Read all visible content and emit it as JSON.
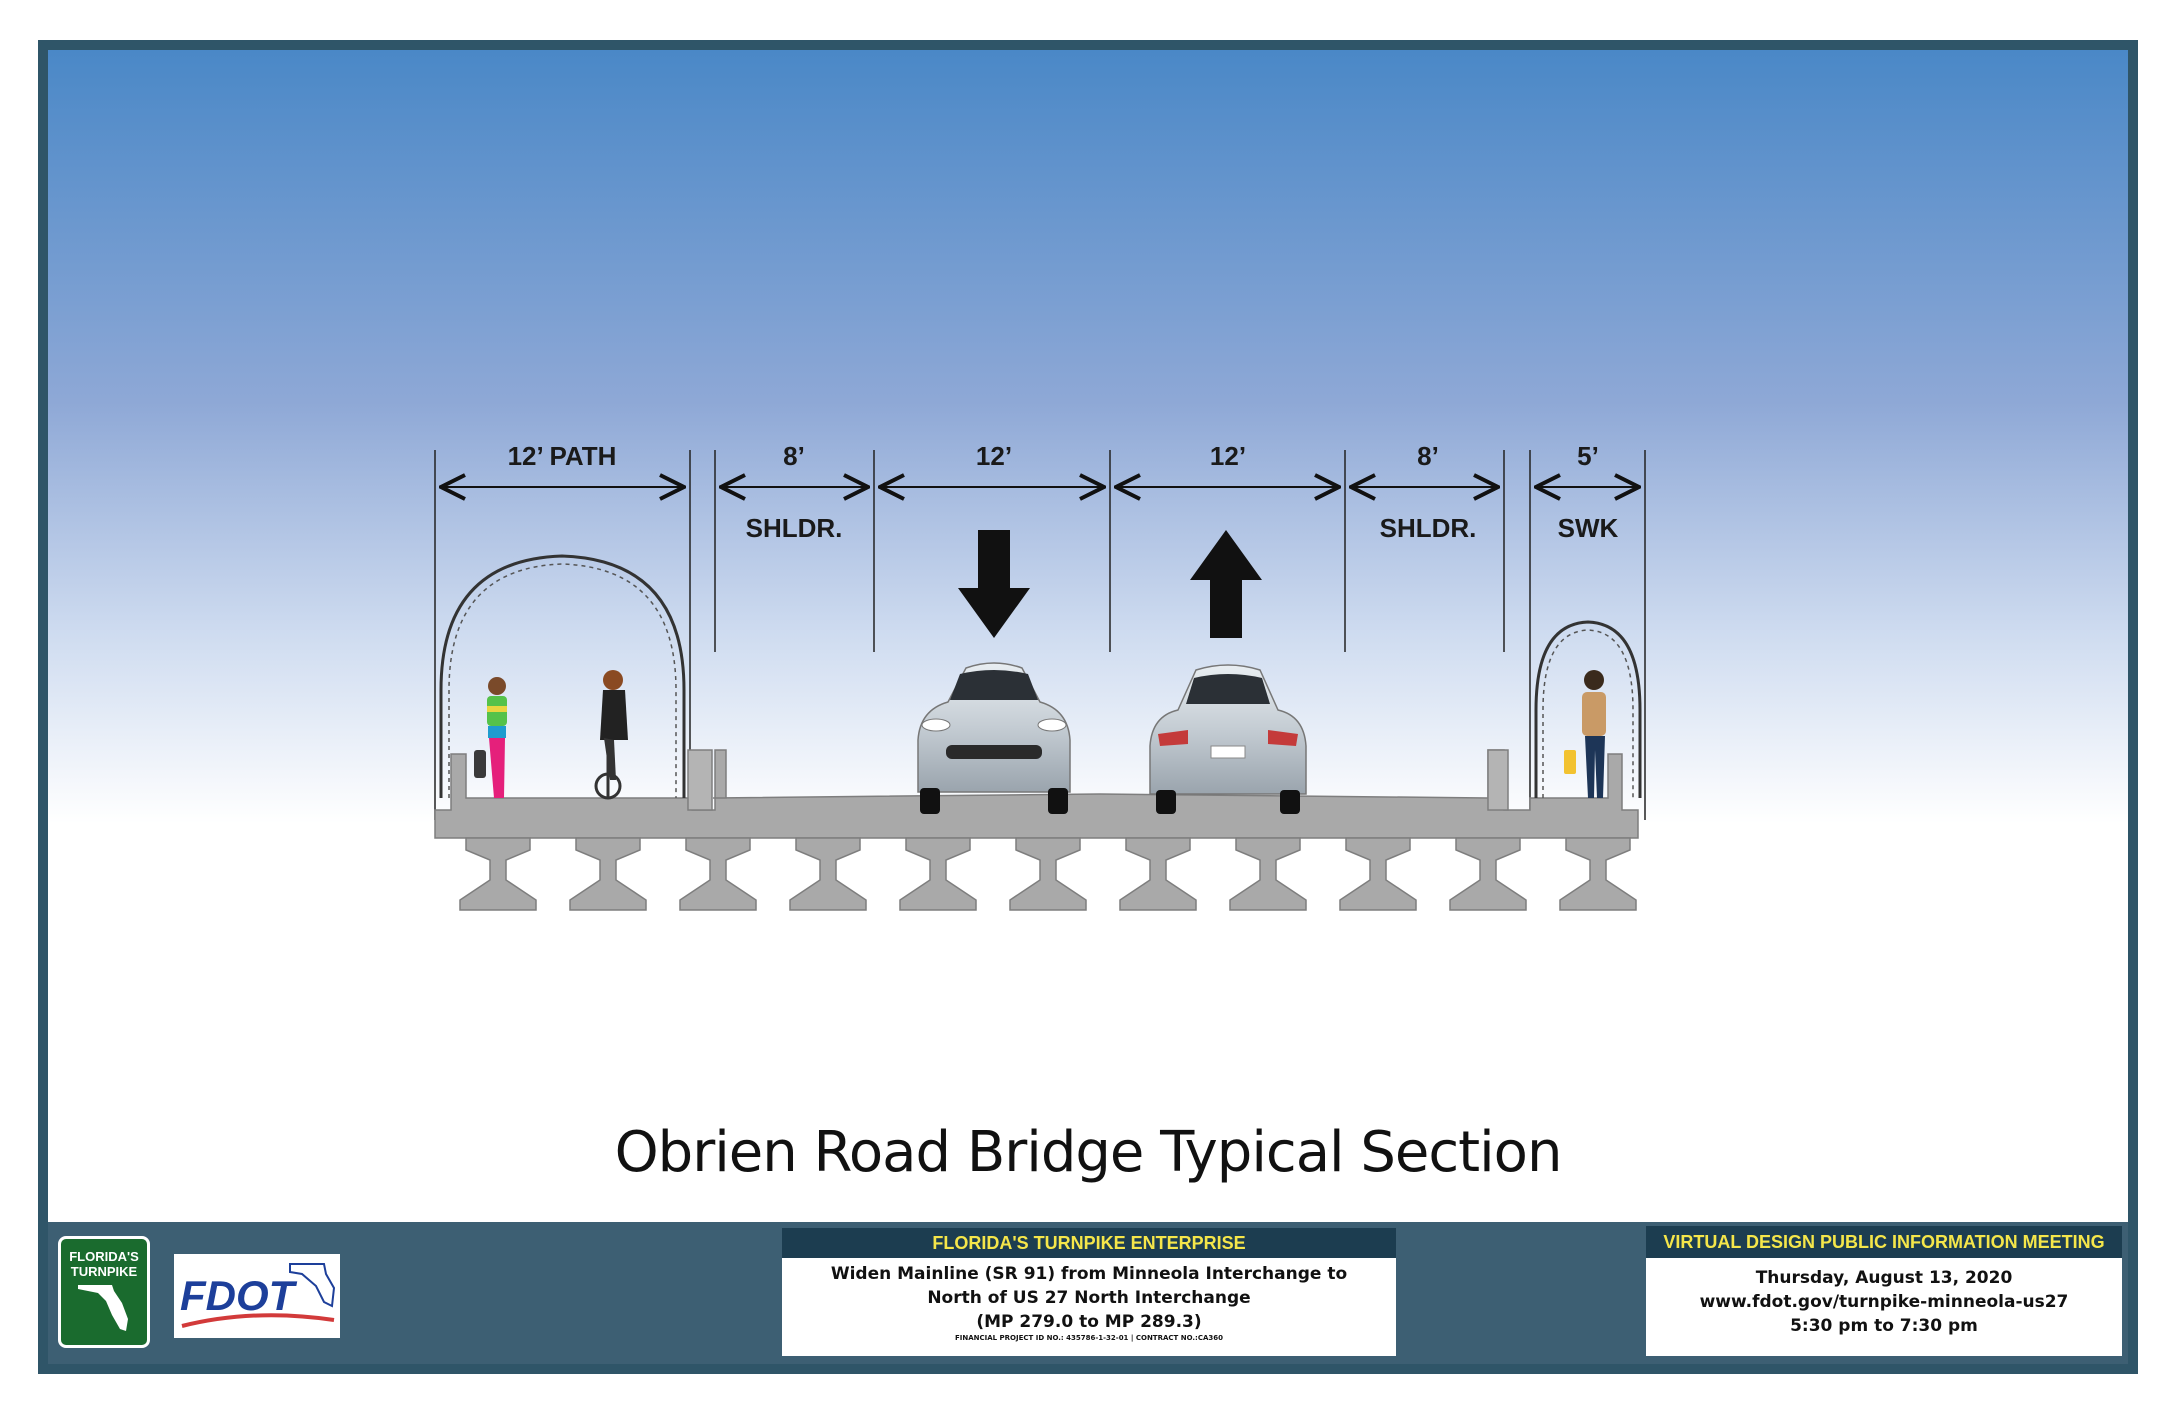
{
  "dimensions": [
    {
      "width": "12’ PATH",
      "label": ""
    },
    {
      "width": "8’",
      "label": "SHLDR."
    },
    {
      "width": "12’",
      "label": ""
    },
    {
      "width": "12’",
      "label": ""
    },
    {
      "width": "8’",
      "label": "SHLDR."
    },
    {
      "width": "5’",
      "label": "SWK"
    }
  ],
  "title": "Obrien Road Bridge Typical Section",
  "footer": {
    "logo_turnpike_line1": "FLORIDA'S",
    "logo_turnpike_line2": "TURNPIKE",
    "logo_fdot": "FDOT",
    "center_header": "FLORIDA'S TURNPIKE ENTERPRISE",
    "center_line1": "Widen Mainline (SR 91) from Minneola Interchange to",
    "center_line2": "North of US 27 North Interchange",
    "center_line3": "(MP 279.0 to MP 289.3)",
    "center_small": "FINANCIAL PROJECT ID NO.: 435786-1-32-01 | CONTRACT NO.:CA360",
    "right_header": "VIRTUAL DESIGN PUBLIC INFORMATION MEETING",
    "right_line1": "Thursday, August 13, 2020",
    "right_line2": "www.fdot.gov/turnpike-minneola-us27",
    "right_line3": "5:30 pm to 7:30 pm"
  },
  "colors": {
    "sky_top": "#4a88c7",
    "frame": "#2f5568",
    "footer_bg": "#3d5f73",
    "footer_header_bg": "#1c3d50",
    "footer_header_text": "#f5e64a",
    "bridge": "#a9a9a9"
  }
}
